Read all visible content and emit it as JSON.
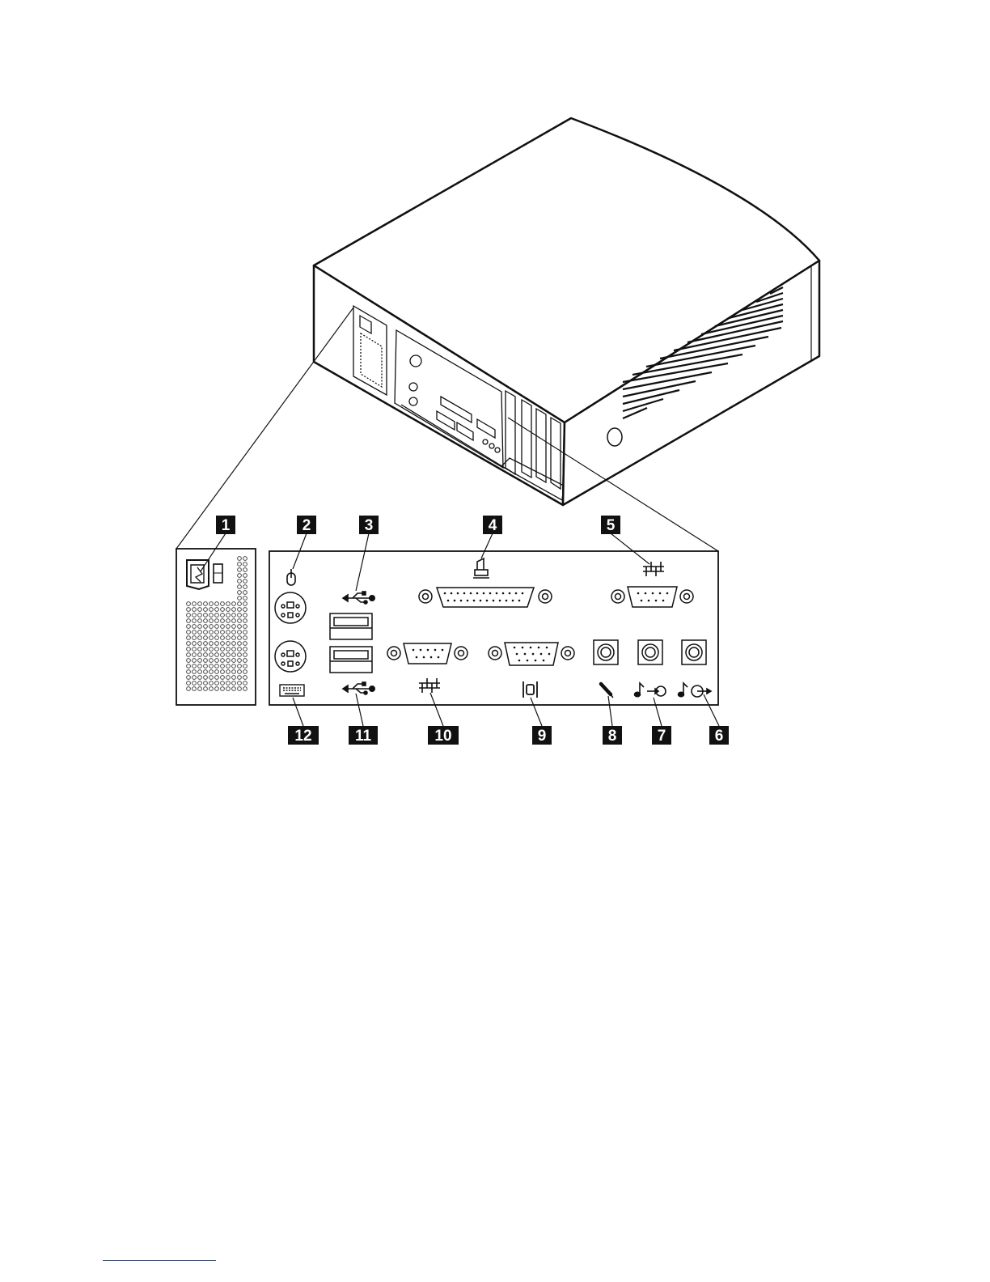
{
  "figure": {
    "kind": "computer-rear-connector-diagram",
    "callouts": [
      "1",
      "2",
      "3",
      "4",
      "5",
      "6",
      "7",
      "8",
      "9",
      "10",
      "11",
      "12"
    ],
    "icons": {
      "power": "power-connector-icon",
      "mouse": "mouse-icon",
      "usb": "usb-icon",
      "parallel": "printer-icon",
      "serial": "serial-port-icon",
      "monitor": "monitor-icon",
      "mic": "microphone-icon",
      "audio_in": "audio-line-in-icon",
      "audio_out": "audio-line-out-icon",
      "keyboard": "keyboard-icon"
    },
    "colors": {
      "line": "#111111",
      "callout_bg": "#111111",
      "callout_text": "#ffffff",
      "footer_rule": "#2a4a9a"
    }
  }
}
